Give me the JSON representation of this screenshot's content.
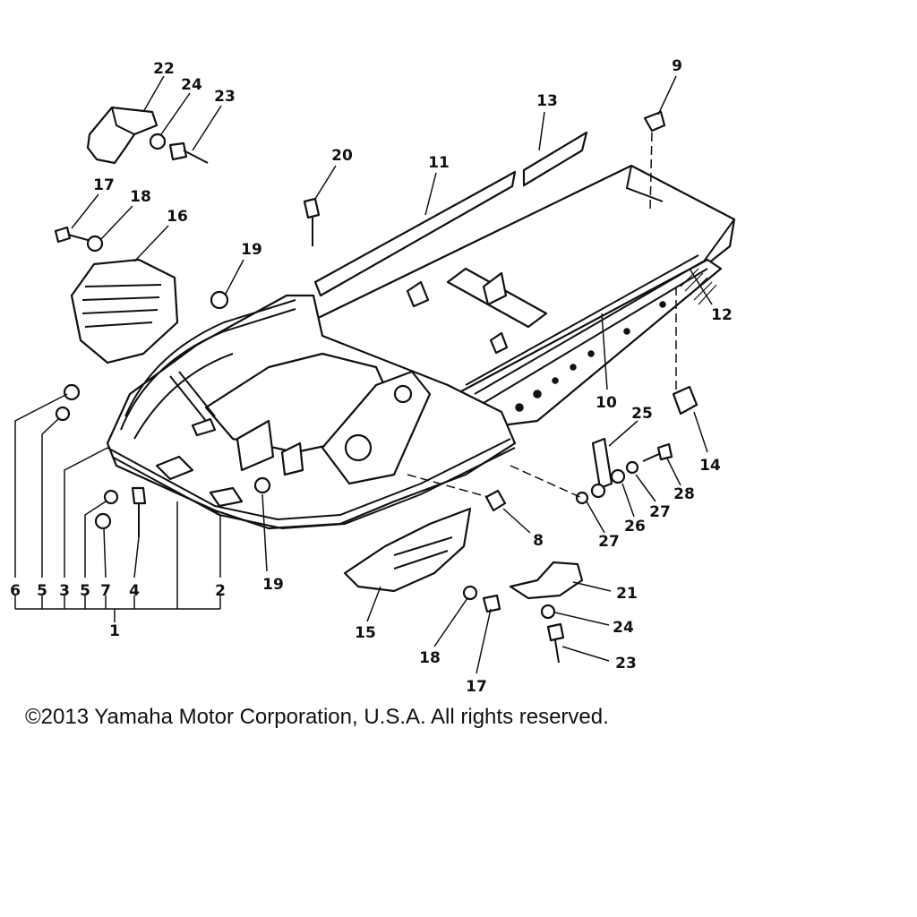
{
  "diagram": {
    "callouts": {
      "c1": "1",
      "c2": "2",
      "c3": "3",
      "c4": "4",
      "c5a": "5",
      "c5b": "5",
      "c6": "6",
      "c7": "7",
      "c8": "8",
      "c9": "9",
      "c10": "10",
      "c11": "11",
      "c12": "12",
      "c13": "13",
      "c14": "14",
      "c15": "15",
      "c16": "16",
      "c17a": "17",
      "c17b": "17",
      "c18a": "18",
      "c18b": "18",
      "c19a": "19",
      "c19b": "19",
      "c20": "20",
      "c21": "21",
      "c22": "22",
      "c23a": "23",
      "c23b": "23",
      "c24a": "24",
      "c24b": "24",
      "c25": "25",
      "c26": "26",
      "c27a": "27",
      "c27b": "27",
      "c28": "28"
    },
    "copyright": "©2013 Yamaha Motor Corporation, U.S.A. All rights reserved."
  },
  "colors": {
    "ink": "#111111",
    "paper": "#ffffff"
  }
}
